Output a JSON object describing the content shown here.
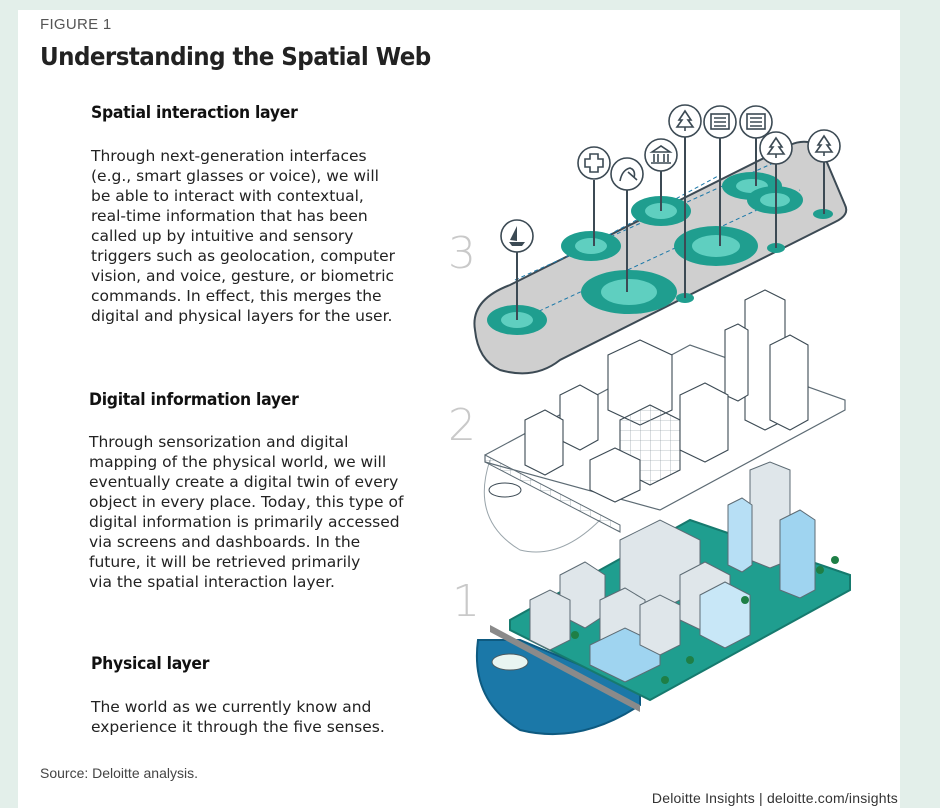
{
  "figure_label": "FIGURE 1",
  "title": "Understanding the Spatial Web",
  "sections": [
    {
      "heading": "Spatial interaction layer",
      "body": "Through next-generation interfaces\n(e.g., smart glasses or voice), we will\nbe able to interact with contextual,\nreal-time information that has been\ncalled up by intuitive and sensory\ntriggers such as geolocation, computer\nvision, and voice, gesture, or biometric\ncommands. In effect, this merges the\ndigital and physical layers for the user.",
      "layer_number": "3"
    },
    {
      "heading": "Digital information layer",
      "body": "Through sensorization and digital\nmapping of the physical world, we will\neventually create a digital twin of every\nobject in every place. Today, this type of\ndigital information is primarily accessed\nvia screens and dashboards. In the\nfuture, it will be retrieved primarily\nvia the spatial interaction layer.",
      "layer_number": "2"
    },
    {
      "heading": "Physical layer",
      "body": "The world as we currently know and\nexperience it through the five senses.",
      "layer_number": "1"
    }
  ],
  "source": "Source: Deloitte analysis.",
  "credit": "Deloitte Insights | deloitte.com/insights",
  "colors": {
    "teal": "#1f9e8f",
    "teal_light": "#5fcfc0",
    "water": "#1b78a8",
    "platform_gray": "#cfcfcf",
    "outline": "#3c4a54"
  },
  "icons": [
    "sailboat-icon",
    "medical-cross-icon",
    "running-icon",
    "museum-icon",
    "tree-icon",
    "building-icon",
    "building-icon",
    "tree-icon",
    "tree-icon"
  ]
}
